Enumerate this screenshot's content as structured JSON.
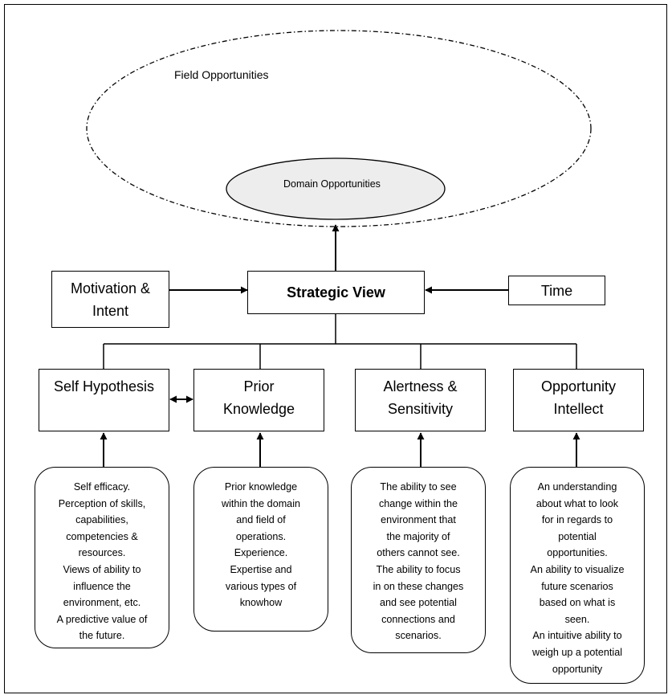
{
  "ellipses": {
    "field": "Field Opportunities",
    "domain": "Domain Opportunities"
  },
  "boxes": {
    "motivation": [
      "Motivation &",
      "Intent"
    ],
    "strategic": [
      "Strategic View"
    ],
    "time": [
      "Time"
    ],
    "self_hypothesis": [
      "Self Hypothesis"
    ],
    "prior_knowledge": [
      "Prior",
      "Knowledge"
    ],
    "alertness": [
      "Alertness &",
      "Sensitivity"
    ],
    "opportunity_intellect": [
      "Opportunity",
      "Intellect"
    ]
  },
  "descriptions": {
    "self_hypothesis": [
      "Self efficacy.",
      "Perception of skills,",
      "capabilities,",
      "competencies &",
      "resources.",
      "Views of ability to",
      "influence the",
      "environment, etc.",
      "A predictive value of",
      "the future."
    ],
    "prior_knowledge": [
      "Prior knowledge",
      "within the domain",
      "and field of",
      "operations.",
      "Experience.",
      "Expertise and",
      "various types of",
      "knowhow"
    ],
    "alertness": [
      "The ability to see",
      "change within the",
      "environment that",
      "the majority of",
      "others cannot see.",
      "The ability to focus",
      "in on these changes",
      "and see potential",
      "connections and",
      "scenarios."
    ],
    "opportunity_intellect": [
      "An understanding",
      "about what to look",
      "for in regards to",
      "potential",
      "opportunities.",
      "An ability to visualize",
      "future scenarios",
      "based on what is",
      "seen.",
      "An intuitive ability to",
      "weigh up a potential",
      "opportunity"
    ]
  }
}
